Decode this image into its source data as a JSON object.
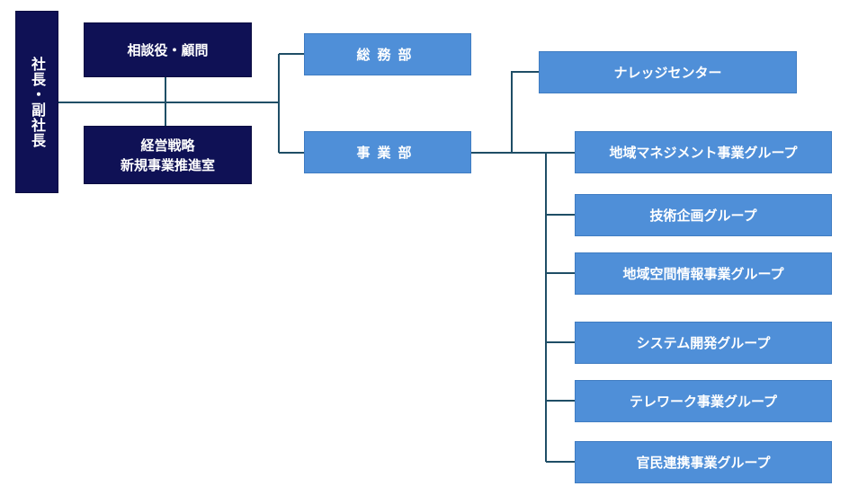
{
  "org": {
    "president": "社長・副社長",
    "advisor": "相談役・顧問",
    "strategy": "経営戦略\n新規事業推進室",
    "general_affairs": "総務部",
    "business_division": "事業部",
    "knowledge_center": "ナレッジセンター",
    "groups": [
      "地域マネジメント事業グループ",
      "技術企画グループ",
      "地域空間情報事業グループ",
      "システム開発グループ",
      "テレワーク事業グループ",
      "官民連携事業グループ"
    ]
  },
  "colors": {
    "navy": "#0f1155",
    "blue": "#4f8fd8",
    "connector": "#1f4e66"
  }
}
